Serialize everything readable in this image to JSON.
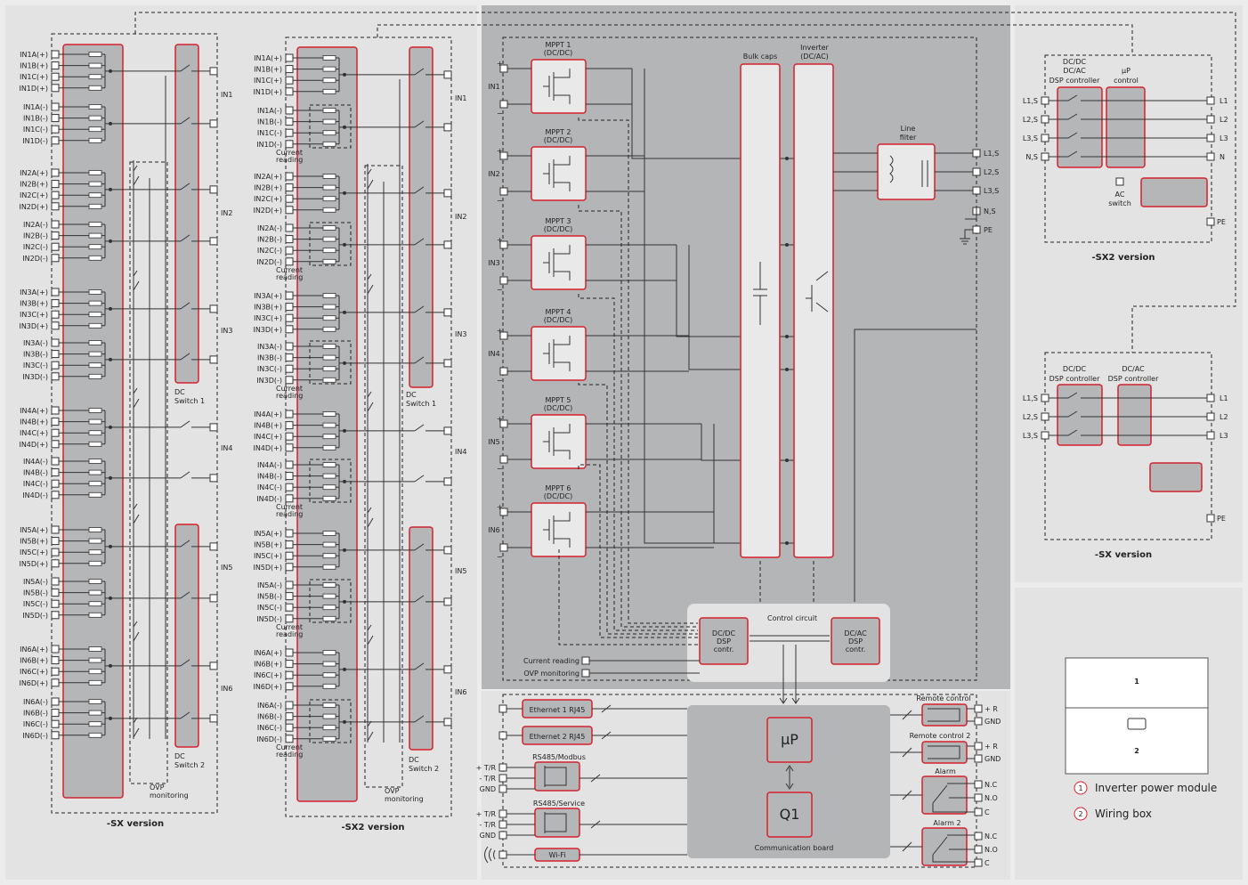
{
  "sx": {
    "version_label": "-SX version",
    "inputs": [
      {
        "pos": [
          "IN1A(+)",
          "IN1B(+)",
          "IN1C(+)",
          "IN1D(+)"
        ],
        "neg": [
          "IN1A(-)",
          "IN1B(-)",
          "IN1C(-)",
          "IN1D(-)"
        ],
        "label": "IN1"
      },
      {
        "pos": [
          "IN2A(+)",
          "IN2B(+)",
          "IN2C(+)",
          "IN2D(+)"
        ],
        "neg": [
          "IN2A(-)",
          "IN2B(-)",
          "IN2C(-)",
          "IN2D(-)"
        ],
        "label": "IN2"
      },
      {
        "pos": [
          "IN3A(+)",
          "IN3B(+)",
          "IN3C(+)",
          "IN3D(+)"
        ],
        "neg": [
          "IN3A(-)",
          "IN3B(-)",
          "IN3C(-)",
          "IN3D(-)"
        ],
        "label": "IN3"
      },
      {
        "pos": [
          "IN4A(+)",
          "IN4B(+)",
          "IN4C(+)",
          "IN4D(+)"
        ],
        "neg": [
          "IN4A(-)",
          "IN4B(-)",
          "IN4C(-)",
          "IN4D(-)"
        ],
        "label": "IN4"
      },
      {
        "pos": [
          "IN5A(+)",
          "IN5B(+)",
          "IN5C(+)",
          "IN5D(+)"
        ],
        "neg": [
          "IN5A(-)",
          "IN5B(-)",
          "IN5C(-)",
          "IN5D(-)"
        ],
        "label": "IN5"
      },
      {
        "pos": [
          "IN6A(+)",
          "IN6B(+)",
          "IN6C(+)",
          "IN6D(+)"
        ],
        "neg": [
          "IN6A(-)",
          "IN6B(-)",
          "IN6C(-)",
          "IN6D(-)"
        ],
        "label": "IN6"
      }
    ],
    "dc_switch_1": [
      "DC",
      "Switch 1"
    ],
    "dc_switch_2": [
      "DC",
      "Switch 2"
    ],
    "ovp": [
      "OVP",
      "monitoring"
    ]
  },
  "sx2": {
    "version_label": "-SX2 version",
    "current_reading": [
      "Current",
      "reading"
    ]
  },
  "inverter": {
    "mppt": [
      {
        "name": "MPPT 1",
        "sub": "(DC/DC)",
        "in": "IN1"
      },
      {
        "name": "MPPT 2",
        "sub": "(DC/DC)",
        "in": "IN2"
      },
      {
        "name": "MPPT 3",
        "sub": "(DC/DC)",
        "in": "IN3"
      },
      {
        "name": "MPPT 4",
        "sub": "(DC/DC)",
        "in": "IN4"
      },
      {
        "name": "MPPT 5",
        "sub": "(DC/DC)",
        "in": "IN5"
      },
      {
        "name": "MPPT 6",
        "sub": "(DC/DC)",
        "in": "IN6"
      }
    ],
    "plus": "+",
    "minus": "−",
    "bulk_caps": "Bulk caps",
    "inverter_label": [
      "Inverter",
      "(DC/AC)"
    ],
    "line_filter": [
      "Line",
      "filter"
    ],
    "outputs": [
      "L1,S",
      "L2,S",
      "L3,S",
      "N,S",
      "PE"
    ],
    "control_circuit": "Control circuit",
    "dcdc_dsp": [
      "DC/DC",
      "DSP",
      "contr."
    ],
    "dcac_dsp": [
      "DC/AC",
      "DSP",
      "contr."
    ],
    "current_reading": "Current reading",
    "ovp_monitoring": "OVP monitoring"
  },
  "comm": {
    "ethernet1": "Ethernet 1 RJ45",
    "ethernet2": "Ethernet 2 RJ45",
    "rs485_modbus": "RS485/Modbus",
    "rs485_service": "RS485/Service",
    "tr_plus": "+ T/R",
    "tr_minus": "- T/R",
    "gnd": "GND",
    "wifi": "Wi-Fi",
    "up": "µP",
    "q1": "Q1",
    "board": "Communication board",
    "remote1": "Remote control",
    "remote2": "Remote control 2",
    "r_plus": "+ R",
    "alarm": "Alarm",
    "alarm2": "Alarm 2",
    "nc": "N.C",
    "no": "N.O",
    "c": "C"
  },
  "ac_sx2": {
    "dcdc": "DC/DC",
    "dcac": "DC/AC",
    "dsp": "DSP controller",
    "up": "µP",
    "control": "control",
    "ac_switch": [
      "AC",
      "switch"
    ],
    "inputs": [
      "L1,S",
      "L2,S",
      "L3,S",
      "N,S"
    ],
    "outputs": [
      "L1",
      "L2",
      "L3",
      "N"
    ],
    "pe": "PE",
    "version_label": "-SX2 version"
  },
  "ac_sx": {
    "dcdc": "DC/DC",
    "dcac": "DC/AC",
    "dsp": "DSP controller",
    "inputs": [
      "L1,S",
      "L2,S",
      "L3,S"
    ],
    "outputs": [
      "L1",
      "L2",
      "L3"
    ],
    "pe": "PE",
    "version_label": "-SX version"
  },
  "legend": {
    "box1": "1",
    "box2": "2",
    "item1_num": "1",
    "item1": "Inverter power module",
    "item2_num": "2",
    "item2": "Wiring box"
  }
}
